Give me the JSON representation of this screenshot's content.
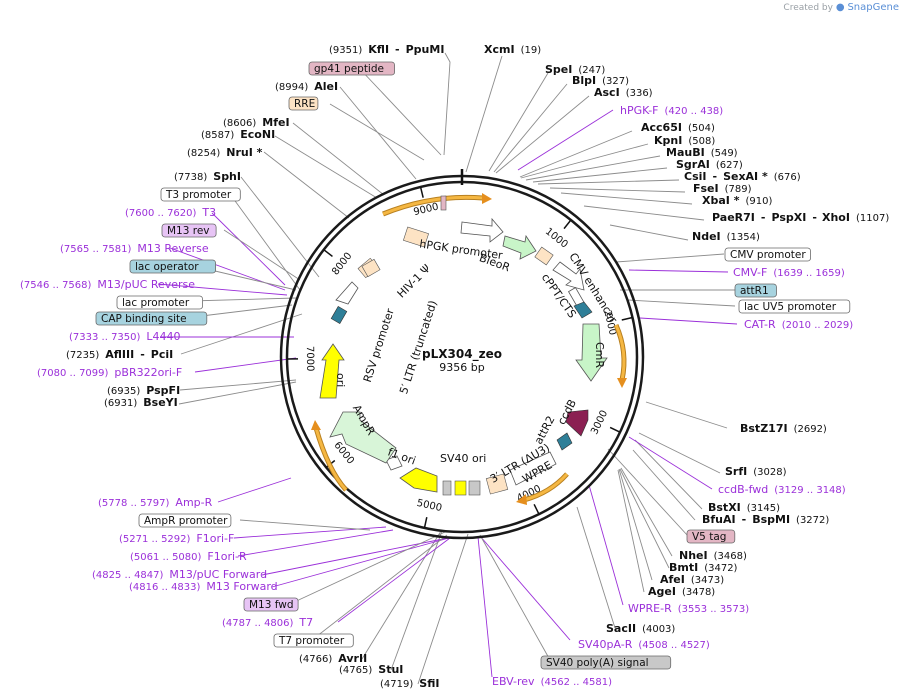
{
  "credit": {
    "prefix": "Created by",
    "brand": "SnapGene"
  },
  "plasmid": {
    "name": "pLX304_zeo",
    "length_label": "9356 bp",
    "length": 9356
  },
  "ticks": [
    "1000",
    "2000",
    "3000",
    "4000",
    "5000",
    "6000",
    "7000",
    "8000",
    "9000"
  ],
  "enzymes": [
    {
      "row": "kfl",
      "parts": [
        {
          "t": "(9351)",
          "c": "pos"
        },
        {
          "t": "KflI",
          "c": "enz"
        },
        {
          "t": "-",
          "c": "enz"
        },
        {
          "t": "PpuMI",
          "c": "enz"
        }
      ]
    },
    {
      "row": "xcm",
      "parts": [
        {
          "t": "XcmI",
          "c": "enz"
        },
        {
          "t": "(19)",
          "c": "pos"
        }
      ]
    },
    {
      "row": "spe",
      "parts": [
        {
          "t": "SpeI",
          "c": "enz"
        },
        {
          "t": "(247)",
          "c": "pos"
        }
      ]
    },
    {
      "row": "blp",
      "parts": [
        {
          "t": "BlpI",
          "c": "enz"
        },
        {
          "t": "(327)",
          "c": "pos"
        }
      ]
    },
    {
      "row": "asc",
      "parts": [
        {
          "t": "AscI",
          "c": "enz"
        },
        {
          "t": "(336)",
          "c": "pos"
        }
      ]
    },
    {
      "row": "acc",
      "parts": [
        {
          "t": "Acc65I",
          "c": "enz"
        },
        {
          "t": "(504)",
          "c": "pos"
        }
      ]
    },
    {
      "row": "kpn",
      "parts": [
        {
          "t": "KpnI",
          "c": "enz"
        },
        {
          "t": "(508)",
          "c": "pos"
        }
      ]
    },
    {
      "row": "mau",
      "parts": [
        {
          "t": "MauBI",
          "c": "enz"
        },
        {
          "t": "(549)",
          "c": "pos"
        }
      ]
    },
    {
      "row": "sgr",
      "parts": [
        {
          "t": "SgrAI",
          "c": "enz"
        },
        {
          "t": "(627)",
          "c": "pos"
        }
      ]
    },
    {
      "row": "csi",
      "parts": [
        {
          "t": "CsiI",
          "c": "enz"
        },
        {
          "t": "-",
          "c": "enz"
        },
        {
          "t": "SexAI *",
          "c": "enz"
        },
        {
          "t": "(676)",
          "c": "pos"
        }
      ]
    },
    {
      "row": "fse",
      "parts": [
        {
          "t": "FseI",
          "c": "enz"
        },
        {
          "t": "(789)",
          "c": "pos"
        }
      ]
    },
    {
      "row": "xba",
      "parts": [
        {
          "t": "XbaI *",
          "c": "enz"
        },
        {
          "t": "(910)",
          "c": "pos"
        }
      ]
    },
    {
      "row": "pae",
      "parts": [
        {
          "t": "PaeR7I",
          "c": "enz"
        },
        {
          "t": "-",
          "c": "enz"
        },
        {
          "t": "PspXI",
          "c": "enz"
        },
        {
          "t": "-",
          "c": "enz"
        },
        {
          "t": "XhoI",
          "c": "enz"
        },
        {
          "t": "(1107)",
          "c": "pos"
        }
      ]
    },
    {
      "row": "nde",
      "parts": [
        {
          "t": "NdeI",
          "c": "enz"
        },
        {
          "t": "(1354)",
          "c": "pos"
        }
      ]
    },
    {
      "row": "bst17",
      "parts": [
        {
          "t": "BstZ17I",
          "c": "enz"
        },
        {
          "t": "(2692)",
          "c": "pos"
        }
      ]
    },
    {
      "row": "srf",
      "parts": [
        {
          "t": "SrfI",
          "c": "enz"
        },
        {
          "t": "(3028)",
          "c": "pos"
        }
      ]
    },
    {
      "row": "bstx",
      "parts": [
        {
          "t": "BstXI",
          "c": "enz"
        },
        {
          "t": "(3145)",
          "c": "pos"
        }
      ]
    },
    {
      "row": "bfu",
      "parts": [
        {
          "t": "BfuAI",
          "c": "enz"
        },
        {
          "t": "-",
          "c": "enz"
        },
        {
          "t": "BspMI",
          "c": "enz"
        },
        {
          "t": "(3272)",
          "c": "pos"
        }
      ]
    },
    {
      "row": "nhe",
      "parts": [
        {
          "t": "NheI",
          "c": "enz"
        },
        {
          "t": "(3468)",
          "c": "pos"
        }
      ]
    },
    {
      "row": "bmt",
      "parts": [
        {
          "t": "BmtI",
          "c": "enz"
        },
        {
          "t": "(3472)",
          "c": "pos"
        }
      ]
    },
    {
      "row": "afe",
      "parts": [
        {
          "t": "AfeI",
          "c": "enz"
        },
        {
          "t": "(3473)",
          "c": "pos"
        }
      ]
    },
    {
      "row": "age",
      "parts": [
        {
          "t": "AgeI",
          "c": "enz"
        },
        {
          "t": "(3478)",
          "c": "pos"
        }
      ]
    },
    {
      "row": "sac",
      "parts": [
        {
          "t": "SacII",
          "c": "enz"
        },
        {
          "t": "(4003)",
          "c": "pos"
        }
      ]
    },
    {
      "row": "sfi",
      "parts": [
        {
          "t": "(4719)",
          "c": "pos"
        },
        {
          "t": "SfiI",
          "c": "enz"
        }
      ]
    },
    {
      "row": "stu",
      "parts": [
        {
          "t": "(4765)",
          "c": "pos"
        },
        {
          "t": "StuI",
          "c": "enz"
        }
      ]
    },
    {
      "row": "avr",
      "parts": [
        {
          "t": "(4766)",
          "c": "pos"
        },
        {
          "t": "AvrII",
          "c": "enz"
        }
      ]
    },
    {
      "row": "psp",
      "parts": [
        {
          "t": "(6935)",
          "c": "pos"
        },
        {
          "t": "PspFI",
          "c": "enz"
        }
      ]
    },
    {
      "row": "bse",
      "parts": [
        {
          "t": "(6931)",
          "c": "pos"
        },
        {
          "t": "BseYI",
          "c": "enz"
        }
      ]
    },
    {
      "row": "afl",
      "parts": [
        {
          "t": "(7235)",
          "c": "pos"
        },
        {
          "t": "AflIII",
          "c": "enz"
        },
        {
          "t": "-",
          "c": "enz"
        },
        {
          "t": "PciI",
          "c": "enz"
        }
      ]
    },
    {
      "row": "sph",
      "parts": [
        {
          "t": "(7738)",
          "c": "pos"
        },
        {
          "t": "SphI",
          "c": "enz"
        }
      ]
    },
    {
      "row": "nru",
      "parts": [
        {
          "t": "(8254)",
          "c": "pos"
        },
        {
          "t": "NruI *",
          "c": "enz"
        }
      ]
    },
    {
      "row": "eco",
      "parts": [
        {
          "t": "(8587)",
          "c": "pos"
        },
        {
          "t": "EcoNI",
          "c": "enz"
        }
      ]
    },
    {
      "row": "mfe",
      "parts": [
        {
          "t": "(8606)",
          "c": "pos"
        },
        {
          "t": "MfeI",
          "c": "enz"
        }
      ]
    },
    {
      "row": "ale",
      "parts": [
        {
          "t": "(8994)",
          "c": "pos"
        },
        {
          "t": "AleI",
          "c": "enz"
        }
      ]
    }
  ],
  "primers": [
    {
      "row": "hpgk",
      "parts": [
        {
          "t": "hPGK-F",
          "c": "prmlbl"
        },
        {
          "t": "(420 .. 438)",
          "c": "prm"
        }
      ]
    },
    {
      "row": "cmvf",
      "parts": [
        {
          "t": "CMV-F",
          "c": "prmlbl"
        },
        {
          "t": "(1639 .. 1659)",
          "c": "prm"
        }
      ]
    },
    {
      "row": "catr",
      "parts": [
        {
          "t": "CAT-R",
          "c": "prmlbl"
        },
        {
          "t": "(2010 .. 2029)",
          "c": "prm"
        }
      ]
    },
    {
      "row": "ccdb",
      "parts": [
        {
          "t": "ccdB-fwd",
          "c": "prmlbl"
        },
        {
          "t": "(3129 .. 3148)",
          "c": "prm"
        }
      ]
    },
    {
      "row": "wprer",
      "parts": [
        {
          "t": "WPRE-R",
          "c": "prmlbl"
        },
        {
          "t": "(3553 .. 3573)",
          "c": "prm"
        }
      ]
    },
    {
      "row": "sv40r",
      "parts": [
        {
          "t": "SV40pA-R",
          "c": "prmlbl"
        },
        {
          "t": "(4508 .. 4527)",
          "c": "prm"
        }
      ]
    },
    {
      "row": "ebv",
      "parts": [
        {
          "t": "EBV-rev",
          "c": "prmlbl"
        },
        {
          "t": "(4562 .. 4581)",
          "c": "prm"
        }
      ]
    },
    {
      "row": "t7",
      "parts": [
        {
          "t": "(4787 .. 4806)",
          "c": "prm"
        },
        {
          "t": "T7",
          "c": "prmlbl"
        }
      ]
    },
    {
      "row": "m13f",
      "parts": [
        {
          "t": "(4816 .. 4833)",
          "c": "prm"
        },
        {
          "t": "M13 Forward",
          "c": "prmlbl"
        }
      ]
    },
    {
      "row": "m13puf",
      "parts": [
        {
          "t": "(4825 .. 4847)",
          "c": "prm"
        },
        {
          "t": "M13/pUC Forward",
          "c": "prmlbl"
        }
      ]
    },
    {
      "row": "f1r",
      "parts": [
        {
          "t": "(5061 .. 5080)",
          "c": "prm"
        },
        {
          "t": "F1ori-R",
          "c": "prmlbl"
        }
      ]
    },
    {
      "row": "f1f",
      "parts": [
        {
          "t": "(5271 .. 5292)",
          "c": "prm"
        },
        {
          "t": "F1ori-F",
          "c": "prmlbl"
        }
      ]
    },
    {
      "row": "ampr",
      "parts": [
        {
          "t": "(5778 .. 5797)",
          "c": "prm"
        },
        {
          "t": "Amp-R",
          "c": "prmlbl"
        }
      ]
    },
    {
      "row": "pbr",
      "parts": [
        {
          "t": "(7080 .. 7099)",
          "c": "prm"
        },
        {
          "t": "pBR322ori-F",
          "c": "prmlbl"
        }
      ]
    },
    {
      "row": "l4440",
      "parts": [
        {
          "t": "(7333 .. 7350)",
          "c": "prm"
        },
        {
          "t": "L4440",
          "c": "prmlbl"
        }
      ]
    },
    {
      "row": "m13pur",
      "parts": [
        {
          "t": "(7546 .. 7568)",
          "c": "prm"
        },
        {
          "t": "M13/pUC Reverse",
          "c": "prmlbl"
        }
      ]
    },
    {
      "row": "m13rev",
      "parts": [
        {
          "t": "(7565 .. 7581)",
          "c": "prm"
        },
        {
          "t": "M13 Reverse",
          "c": "prmlbl"
        }
      ]
    },
    {
      "row": "t3",
      "parts": [
        {
          "t": "(7600 .. 7620)",
          "c": "prm"
        },
        {
          "t": "T3",
          "c": "prmlbl"
        }
      ]
    }
  ],
  "boxes": [
    {
      "id": "gp41",
      "text": "gp41 peptide",
      "fill": "#e3b6c4"
    },
    {
      "id": "rre",
      "text": "RRE",
      "fill": "#fde3c4"
    },
    {
      "id": "t3p",
      "text": "T3 promoter",
      "fill": "#ffffff"
    },
    {
      "id": "m13revb",
      "text": "M13 rev",
      "fill": "#e7c4f5"
    },
    {
      "id": "lacop",
      "text": "lac operator",
      "fill": "#a7d3df"
    },
    {
      "id": "lacp",
      "text": "lac promoter",
      "fill": "#ffffff"
    },
    {
      "id": "cap",
      "text": "CAP binding site",
      "fill": "#a7d3df"
    },
    {
      "id": "amppr",
      "text": "AmpR promoter",
      "fill": "#ffffff"
    },
    {
      "id": "m13fwd",
      "text": "M13 fwd",
      "fill": "#e7c4f5"
    },
    {
      "id": "t7p",
      "text": "T7 promoter",
      "fill": "#ffffff"
    },
    {
      "id": "sv40pa",
      "text": "SV40 poly(A) signal",
      "fill": "#c8c8c8"
    },
    {
      "id": "v5",
      "text": "V5 tag",
      "fill": "#e3b6c4"
    },
    {
      "id": "cmvp",
      "text": "CMV promoter",
      "fill": "#ffffff"
    },
    {
      "id": "attr1",
      "text": "attR1",
      "fill": "#a7d3df"
    },
    {
      "id": "lacuv5",
      "text": "lac UV5 promoter",
      "fill": "#ffffff"
    }
  ],
  "features_inner": {
    "hpgk": "hPGK promoter",
    "bleor": "BleoR",
    "hiv": "HIV-1 Ψ",
    "cppt": "cPPT/CTS",
    "cmve": "CMV enhancer",
    "rsv": "RSV promoter",
    "ltr5": "5′ LTR (truncated)",
    "cmr": "CmR",
    "ori": "ori",
    "ampr": "AmpR",
    "attr2": "attR2",
    "ccdb": "ccdB",
    "ltr3": "3′ LTR (ΔU3)",
    "wpre": "WPRE",
    "sv40ori": "SV40 ori",
    "f1ori": "f1 ori"
  },
  "colors": {
    "ring": "#1a1a1a",
    "enzyme_line": "#8c8c8c",
    "primer": "#9b30d9",
    "orf_orange": "#f0a030",
    "ampr_green": "#d8f5d8",
    "ori_yellow": "#ffff00",
    "cmr_green": "#c8f5c8",
    "ccdb_maroon": "#8b2052",
    "attr_teal": "#2f7f98"
  }
}
